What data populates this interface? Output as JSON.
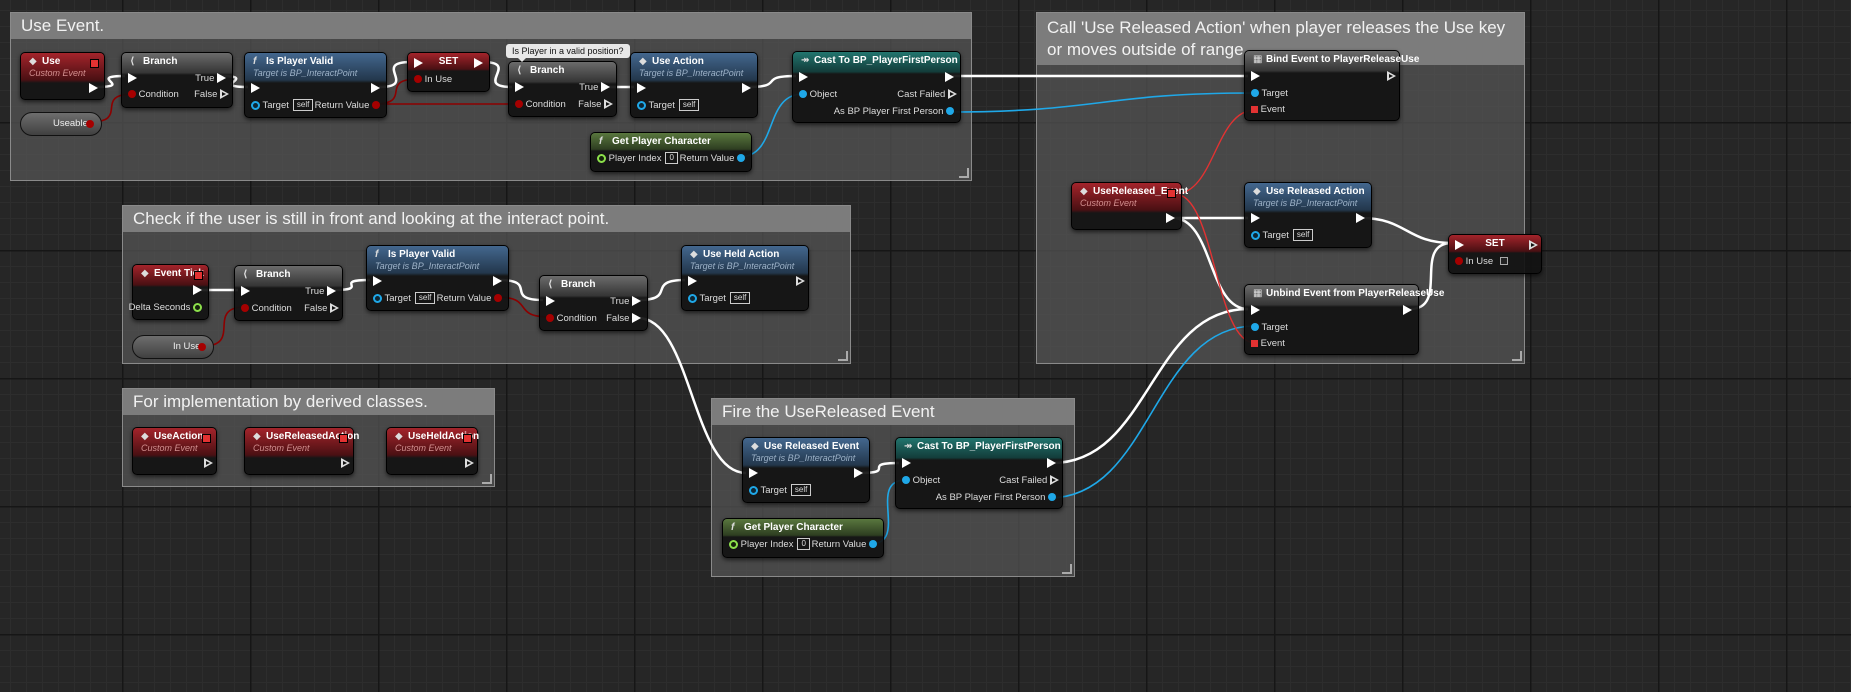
{
  "comments": {
    "use_event": "Use Event.",
    "check_user": "Check if the user is still in front and looking at the interact point.",
    "implementation": "For implementation by derived classes.",
    "fire_released": "Fire the UseReleased Event",
    "call_released": "Call 'Use Released Action' when player releases the Use key or moves outside of range."
  },
  "labels": {
    "custom_event": "Custom Event",
    "branch": "Branch",
    "condition": "Condition",
    "true": "True",
    "false": "False",
    "target": "Target",
    "self": "self",
    "return_value": "Return Value",
    "set": "SET",
    "in_use": "In Use",
    "useable": "Useable",
    "is_player_valid": "Is Player Valid",
    "target_is_interact_point": "Target is BP_InteractPoint",
    "use_action": "Use Action",
    "cast_to_player": "Cast To BP_PlayerFirstPerson",
    "object": "Object",
    "cast_failed": "Cast Failed",
    "as_bp_player": "As BP Player First Person",
    "get_player_character": "Get Player Character",
    "player_index": "Player Index",
    "player_index_value": "0",
    "bind_event": "Bind Event to PlayerReleaseUse",
    "event": "Event",
    "use_released_event_node": "UseReleased_Event",
    "use_released_action": "Use Released Action",
    "unbind_event": "Unbind Event from PlayerReleaseUse",
    "event_tick": "Event Tick",
    "delta_seconds": "Delta Seconds",
    "use_held_action": "Use Held Action",
    "use_released_event_call": "Use Released Event",
    "use": "Use",
    "use_action_event": "UseAction",
    "use_released_action_event": "UseReleasedAction",
    "use_held_action_event": "UseHeldAction"
  },
  "tooltip": "Is Player in a valid position?",
  "colors": {
    "exec_wire": "#ffffff",
    "bool_wire": "#8c0000",
    "object_wire": "#1fa8e8",
    "delegate_wire": "#e23232"
  }
}
